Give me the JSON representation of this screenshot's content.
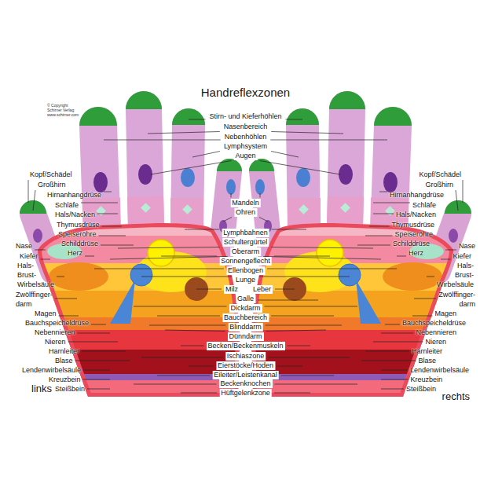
{
  "diagram": {
    "title": "Handreflexzonen",
    "labels": [
      "© Copyright Schirner Verlag www.schirner.com",
      "Kopf/Schädel",
      "Großhirn",
      "Hirnanhangdrüse",
      "Schläfe",
      "Hals/Nacken",
      "Thymusdrüse",
      "Speiseröhre",
      "Schilddrüse",
      "Herz",
      "Nase",
      "Kiefer",
      "Hals- Brust- Wirbelsäule",
      "Zwölffinger- darm",
      "Magen",
      "Bauchspeicheldrüse",
      "Nebennieren",
      "Nieren",
      "Harnleiter",
      "Blase",
      "Lendenwirbelsäule",
      "Kreuzbein",
      "Steißbein",
      "Stirn- und Kieferhöhlen",
      "Nasenbereich",
      "Nebenhöhlen",
      "Lymphsystem",
      "Augen",
      "Mandeln",
      "Ohren",
      "Lymphbahnen",
      "Schultergürtel",
      "Oberarm",
      "Sonnengeflecht",
      "Ellenbogen",
      "Lunge",
      "Milz",
      "Leber",
      "Galle",
      "Dickdarm",
      "Bauchbereich",
      "Blinddarm",
      "Dünndarm",
      "Becken/Beckenmuskeln",
      "Ischiaszone",
      "Eierstöcke/Hoden",
      "Eileiter/Leistenkanal",
      "Beckenknochen",
      "Hüftgelenkzone",
      "Kopf/Schädel",
      "Großhirn",
      "Hirnanhangdrüse",
      "Schläfe",
      "Hals/Nacken",
      "Thymusdrüse",
      "Speiseröhre",
      "Schilddrüse",
      "Herz",
      "Nase",
      "Kiefer",
      "Hals- Brust- Wirbelsäule",
      "Zwölffinger- darm",
      "Magen",
      "Bauchspeicheldrüse",
      "Nebennieren",
      "Nieren",
      "Harnleiter",
      "Blase",
      "Lendenwirbelsäule",
      "Kreuzbein",
      "Steißbein",
      "links",
      "rechts"
    ]
  }
}
